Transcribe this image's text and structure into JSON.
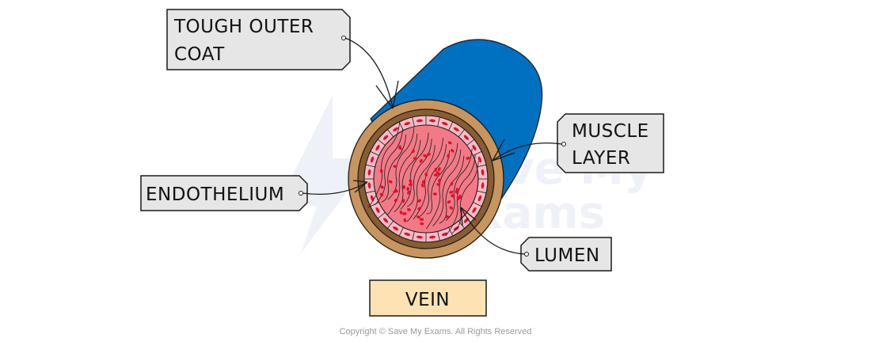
{
  "diagram": {
    "title": "VEIN",
    "labels": {
      "outer_coat_line1": "TOUGH  OUTER",
      "outer_coat_line2": "COAT",
      "muscle_line1": "MUSCLE",
      "muscle_line2": "LAYER",
      "endothelium": "ENDOTHELIUM",
      "lumen": "LUMEN"
    },
    "watermark": {
      "line1": "Save My",
      "line2": "Exams"
    },
    "copyright": "Copyright © Save My Exams. All Rights Reserved",
    "colors": {
      "vessel_blue": "#0070c0",
      "outer_coat": "#c8955f",
      "muscle": "#875d31",
      "endothelium": "#f7bcc6",
      "lumen": "#f27a86",
      "blood_cell": "#e3102e",
      "label_bg": "#e6e6e6",
      "title_bg": "#fde3b4"
    }
  }
}
